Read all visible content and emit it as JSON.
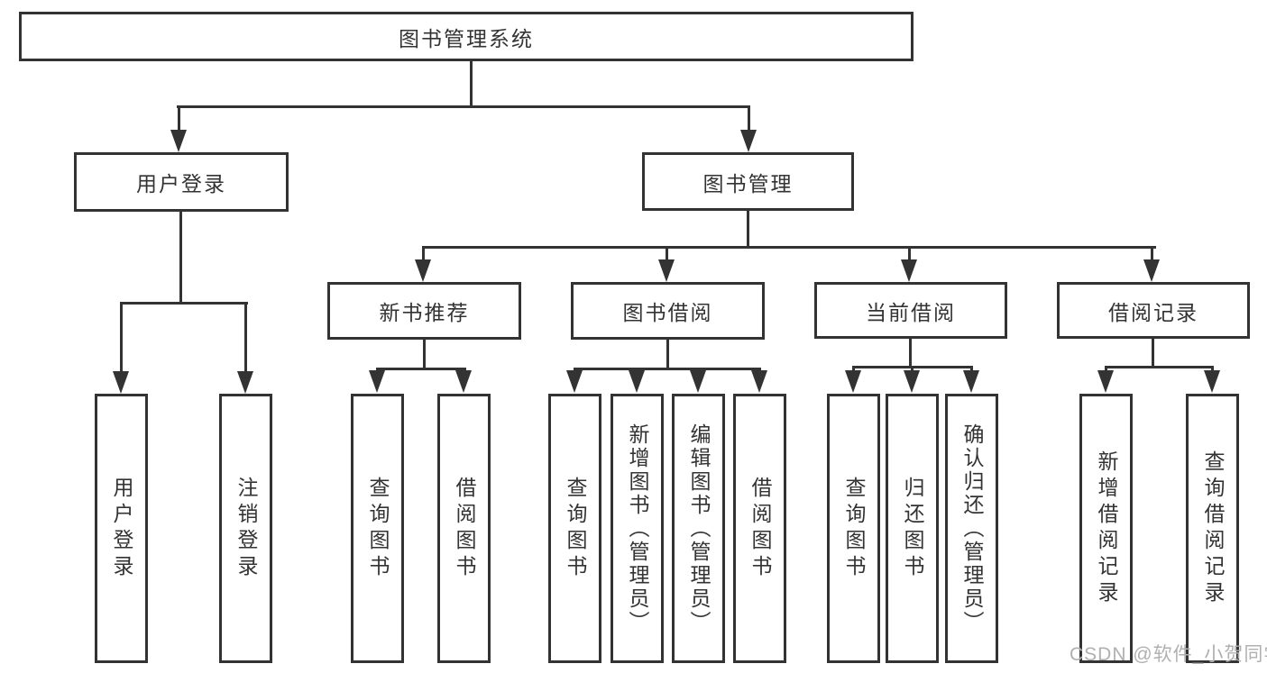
{
  "diagram": {
    "root_label": "图书管理系统",
    "level2": {
      "login": {
        "label": "用户登录",
        "children": [
          "用户登录",
          "注销登录"
        ]
      },
      "management": {
        "label": "图书管理"
      }
    },
    "level3": {
      "recommend": {
        "label": "新书推荐",
        "children": [
          "查询图书",
          "借阅图书"
        ]
      },
      "borrow": {
        "label": "图书借阅",
        "children": [
          "查询图书",
          "新增图书（管理员）",
          "编辑图书（管理员）",
          "借阅图书"
        ]
      },
      "current": {
        "label": "当前借阅",
        "children": [
          "查询图书",
          "归还图书",
          "确认归还（管理员）"
        ]
      },
      "records": {
        "label": "借阅记录",
        "children": [
          "新增借阅记录",
          "查询借阅记录"
        ]
      }
    }
  },
  "watermark": "CSDN @软件_小贺同学",
  "colors": {
    "line": "#333333",
    "text": "#333333",
    "watermark": "#b0b0b0",
    "background": "#ffffff"
  }
}
